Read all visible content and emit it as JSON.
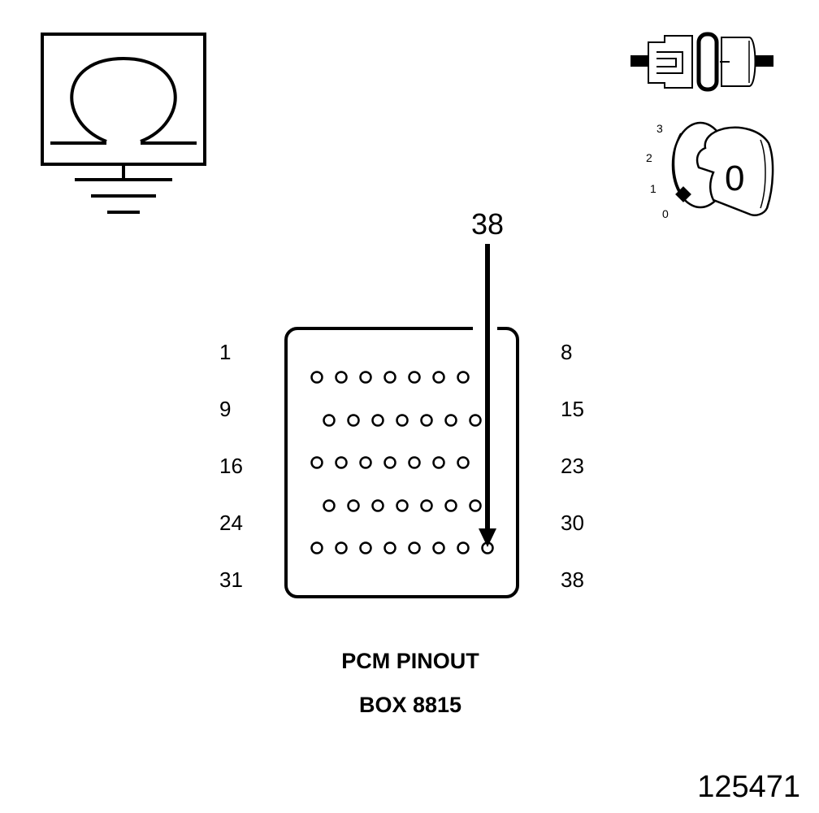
{
  "figure": {
    "id": "125471",
    "title_line1": "PCM PINOUT",
    "title_line2": "BOX 8815"
  },
  "meter": {
    "icon": "ohmmeter-ground-icon",
    "symbol": "Ω"
  },
  "connector_icon": "connector-disconnected-icon",
  "ignition": {
    "icon": "ignition-key-icon",
    "positions": [
      "0",
      "1",
      "2",
      "3"
    ],
    "key_label": "0"
  },
  "pinout": {
    "callout_pin": "38",
    "rows": [
      {
        "first": "1",
        "last": "8",
        "pins": 7
      },
      {
        "first": "9",
        "last": "15",
        "pins": 7
      },
      {
        "first": "16",
        "last": "23",
        "pins": 7
      },
      {
        "first": "24",
        "last": "30",
        "pins": 7
      },
      {
        "first": "31",
        "last": "38",
        "pins": 8
      }
    ]
  }
}
